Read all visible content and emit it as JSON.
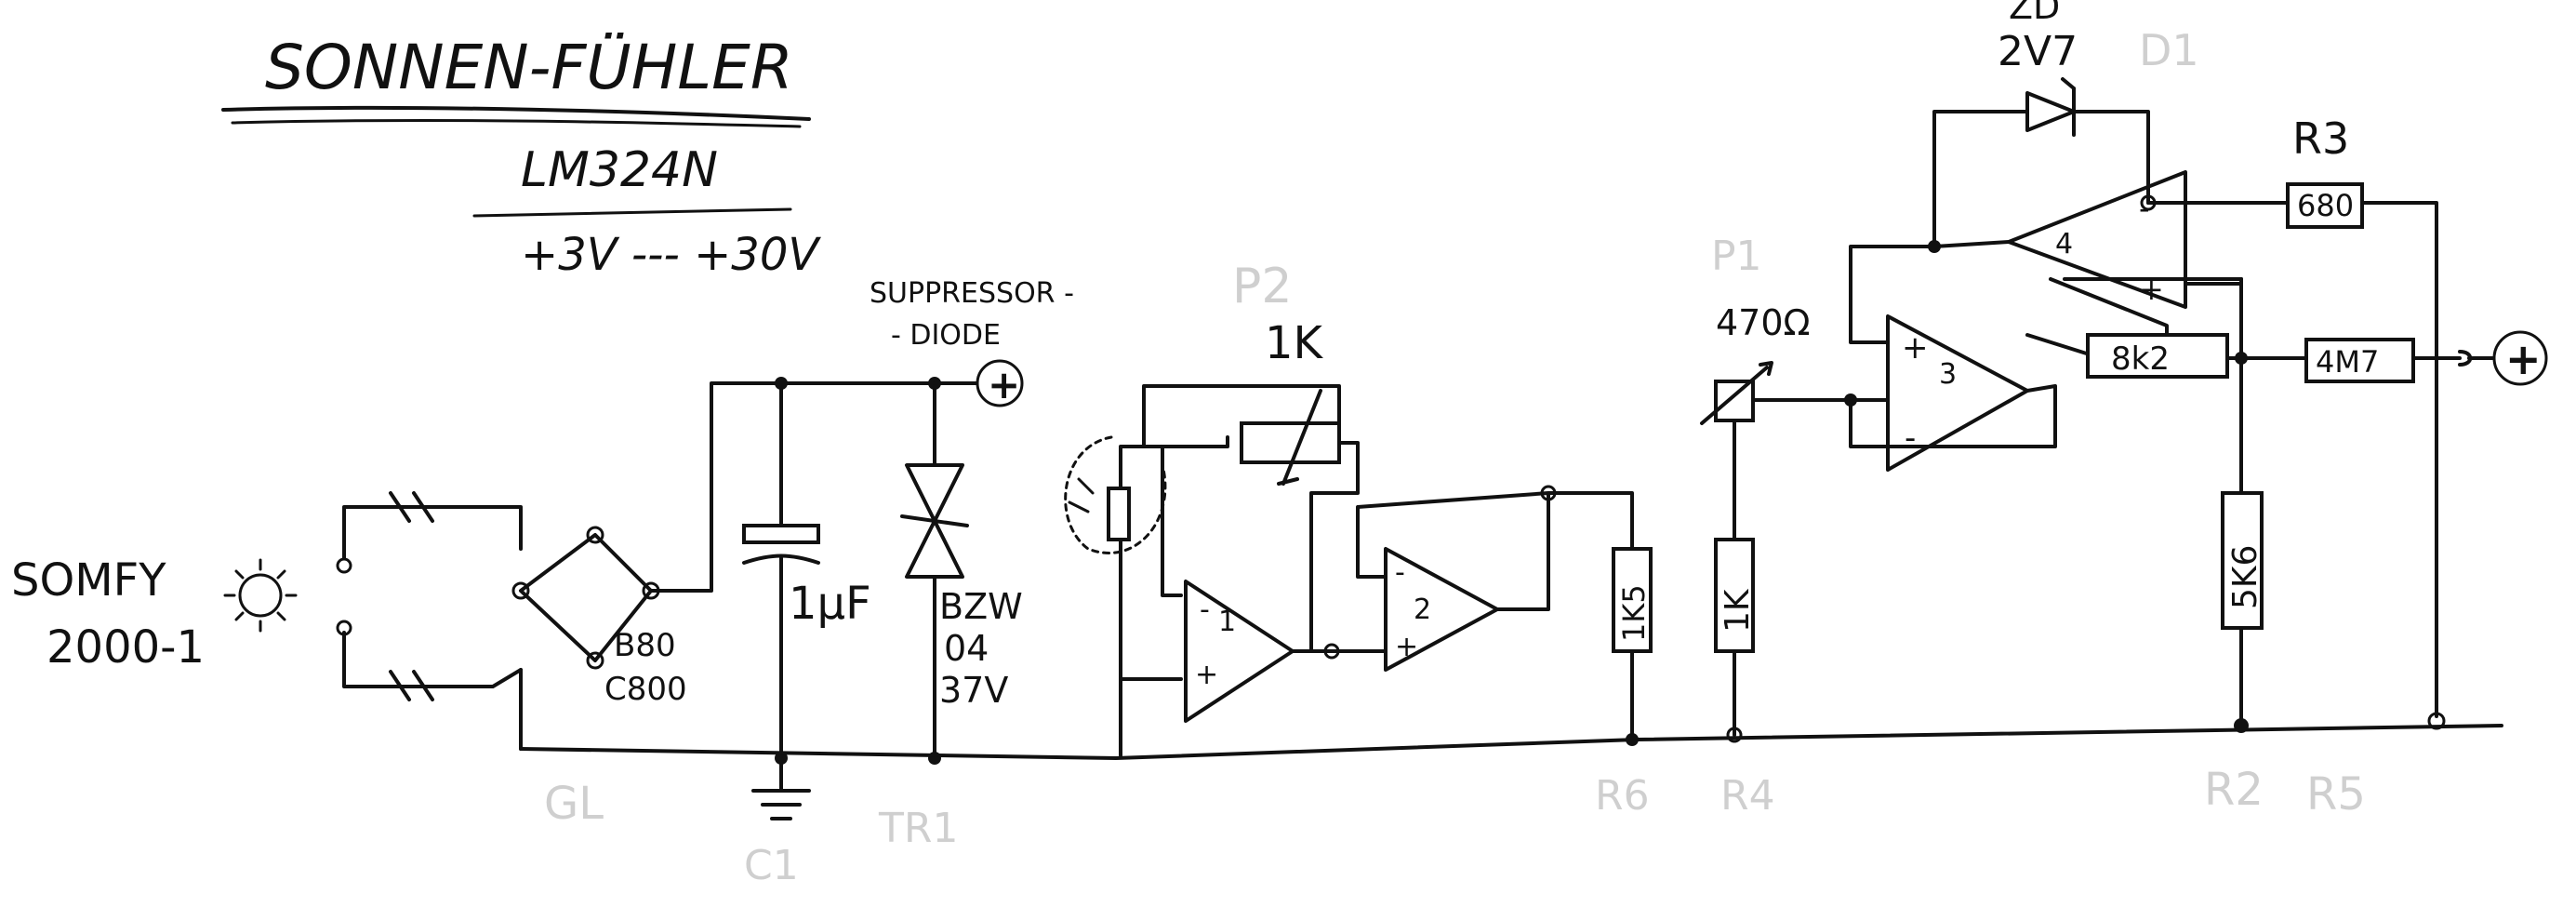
{
  "title": "SONNEN-FÜHLER",
  "ic": "LM324N",
  "supply": "+3V --- +30V",
  "sensor": {
    "line1": "SOMFY",
    "line2": "2000-1"
  },
  "bridge": {
    "line1": "B80",
    "line2": "C800"
  },
  "cap": "1µF",
  "suppressor": {
    "heading1": "SUPPRESSOR -",
    "heading2": "- DIODE",
    "line1": "BZW",
    "line2": "04",
    "line3": "37V"
  },
  "pot2": {
    "name": "P2",
    "value": "1K"
  },
  "pot1": {
    "value": "470Ω"
  },
  "opamps": [
    "1",
    "2",
    "3",
    "4"
  ],
  "resistors": {
    "r_1k5": "1K5",
    "r_1k": "1K",
    "r_8k2": "8k2",
    "r_4m7": "4M7",
    "r_5k6": "5K6",
    "r_680": "680",
    "r3_name": "R3"
  },
  "zener": {
    "name": "ZD",
    "value": "2V7"
  },
  "plus": "+",
  "opamp_in_plus": "+",
  "opamp_in_minus": "-",
  "faint_labels": {
    "gl": "GL",
    "c1": "C1",
    "tr1": "TR1",
    "r6": "R6",
    "r4": "R4",
    "r2": "R2",
    "r5": "R5",
    "p1": "P1",
    "d1": "D1"
  }
}
